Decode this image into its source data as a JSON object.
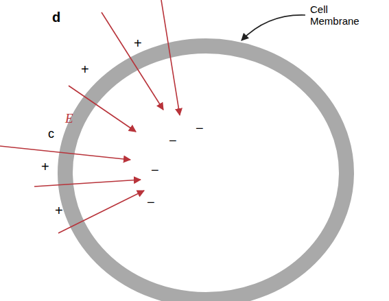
{
  "diagram": {
    "labels": [
      "d",
      "Cell Membrane",
      "+",
      "+",
      "E",
      "−",
      "−",
      "c",
      "−",
      "+",
      "−",
      "+"
    ]
  }
}
